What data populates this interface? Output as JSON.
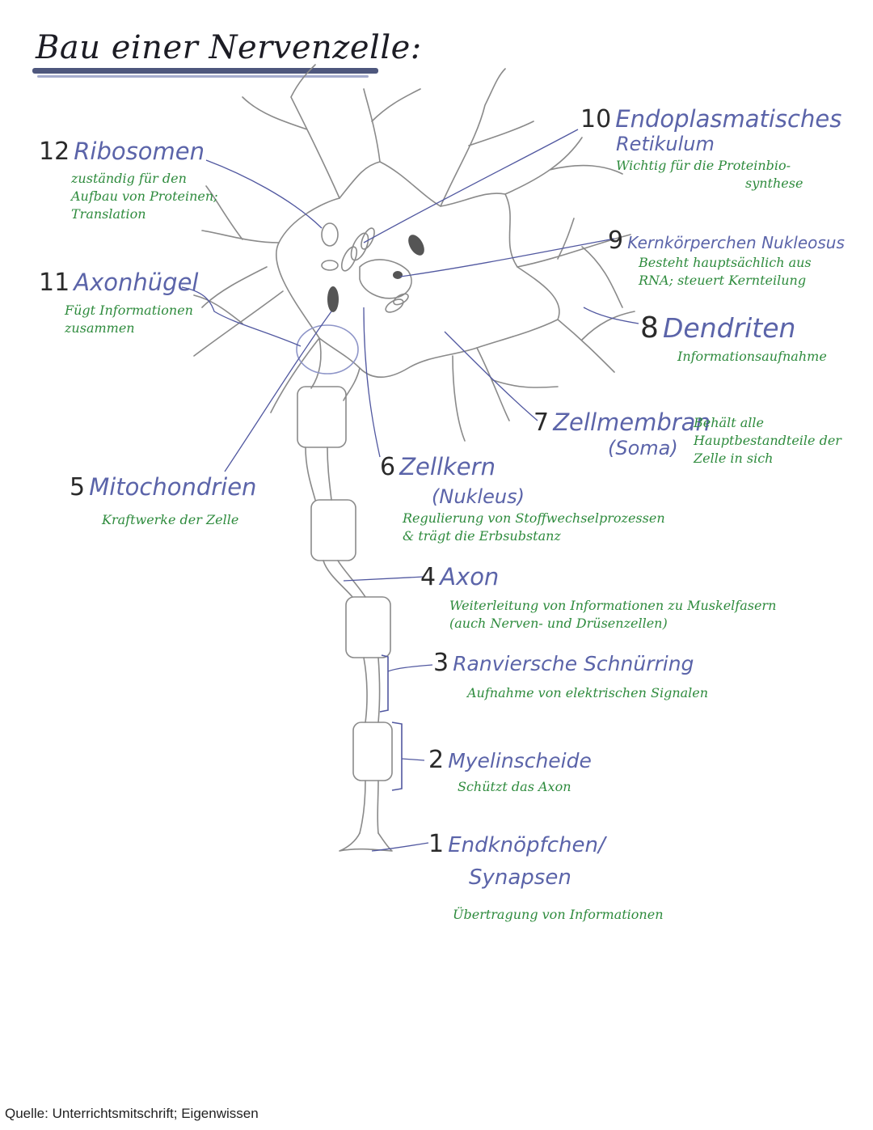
{
  "title": "Bau einer Nervenzelle:",
  "source": "Quelle: Unterrichtsmitschrift; Eigenwissen",
  "colors": {
    "pencil": "#8a8a8a",
    "name": "#5b64a9",
    "desc": "#2e8b3d",
    "number": "#2a2a2a",
    "leader": "#5158a0"
  },
  "labels": [
    {
      "num": "12",
      "name": "Ribosomen",
      "desc": [
        "zuständig für den",
        "Aufbau von Proteinen;",
        "Translation"
      ]
    },
    {
      "num": "11",
      "name": "Axonhügel",
      "desc": [
        "Fügt Informationen",
        "zusammen"
      ]
    },
    {
      "num": "10",
      "name": "Endoplasmatisches",
      "name2": "Retikulum",
      "desc": [
        "Wichtig für die Proteinbio-",
        "synthese"
      ]
    },
    {
      "num": "9",
      "name": "Kernkörperchen Nukleosus",
      "desc": [
        "Besteht hauptsächlich aus",
        "RNA; steuert Kernteilung"
      ]
    },
    {
      "num": "8",
      "name": "Dendriten",
      "desc": [
        "Informationsaufnahme"
      ]
    },
    {
      "num": "7",
      "name": "Zellmembran",
      "name2": "(Soma)",
      "desc": [
        "Behält alle",
        "Hauptbestandteile der",
        "Zelle in sich"
      ]
    },
    {
      "num": "6",
      "name": "Zellkern",
      "name2": "(Nukleus)",
      "desc": [
        "Regulierung von Stoffwechselprozessen",
        "& trägt die Erbsubstanz"
      ]
    },
    {
      "num": "5",
      "name": "Mitochondrien",
      "desc": [
        "Kraftwerke der Zelle"
      ]
    },
    {
      "num": "4",
      "name": "Axon",
      "desc": [
        "Weiterleitung von Informationen zu Muskelfasern",
        "(auch Nerven- und Drüsenzellen)"
      ]
    },
    {
      "num": "3",
      "name": "Ranviersche Schnürring",
      "desc": [
        "Aufnahme von elektrischen Signalen"
      ]
    },
    {
      "num": "2",
      "name": "Myelinscheide",
      "desc": [
        "Schützt das Axon"
      ]
    },
    {
      "num": "1",
      "name": "Endknöpfchen/",
      "name2": "Synapsen",
      "desc": [
        "Übertragung von Informationen"
      ]
    }
  ]
}
